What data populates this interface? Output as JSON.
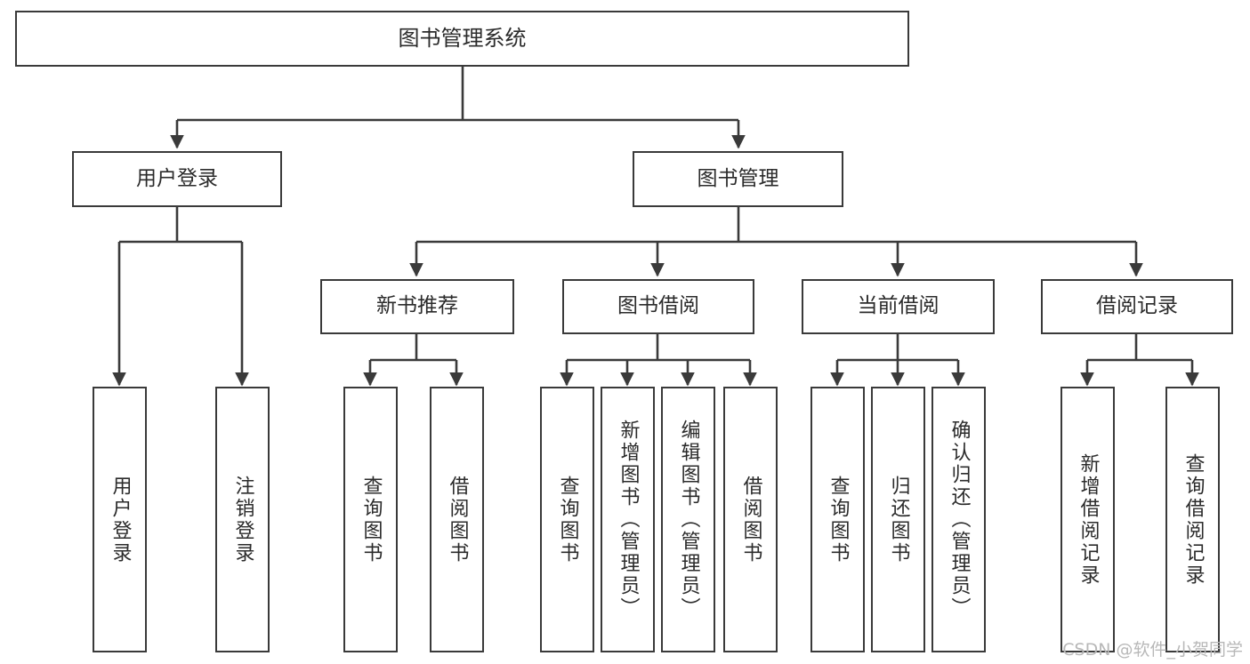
{
  "diagram": {
    "title": "图书管理系统",
    "type": "tree",
    "watermark": "CSDN @软件_小贺同学",
    "stroke_color": "#3a3a3a",
    "text_color": "#2b2b2b",
    "background_color": "#ffffff",
    "watermark_color": "#b8b8b8"
  },
  "nodes": {
    "root": {
      "label": "图书管理系统"
    },
    "level2": [
      {
        "label": "用户登录"
      },
      {
        "label": "图书管理"
      }
    ],
    "level3": [
      {
        "label": "新书推荐"
      },
      {
        "label": "图书借阅"
      },
      {
        "label": "当前借阅"
      },
      {
        "label": "借阅记录"
      }
    ],
    "leaves": {
      "user_login": [
        {
          "label": "用户登录"
        },
        {
          "label": "注销登录"
        }
      ],
      "new_book_rec": [
        {
          "label": "查询图书"
        },
        {
          "label": "借阅图书"
        }
      ],
      "book_borrow": [
        {
          "label": "查询图书"
        },
        {
          "label": "新增图书（管理员）"
        },
        {
          "label": "编辑图书（管理员）"
        },
        {
          "label": "借阅图书"
        }
      ],
      "current_borrow": [
        {
          "label": "查询图书"
        },
        {
          "label": "归还图书"
        },
        {
          "label": "确认归还（管理员）"
        }
      ],
      "borrow_record": [
        {
          "label": "新增借阅记录"
        },
        {
          "label": "查询借阅记录"
        }
      ]
    }
  }
}
